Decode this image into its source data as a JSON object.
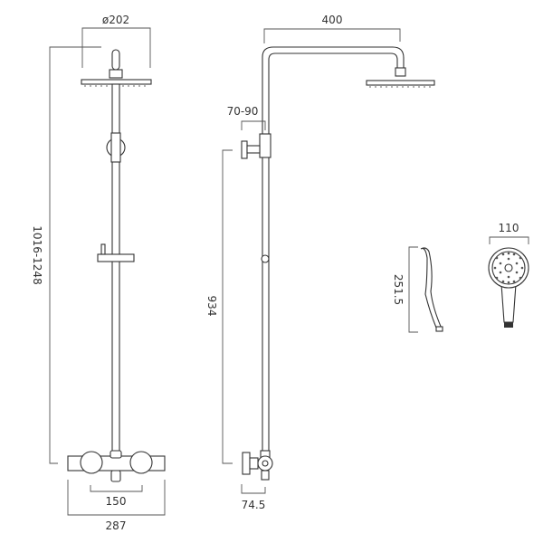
{
  "dimensions": {
    "head_diameter": "ø202",
    "height_range": "1016-1248",
    "valve_centres": "150",
    "valve_width": "287",
    "arm_projection": "400",
    "outlet_offset": "70-90",
    "outlet_height": "934",
    "valve_depth": "74.5",
    "handset_length": "251.5",
    "handset_head_width": "110"
  },
  "colors": {
    "line": "#333333",
    "background": "#ffffff"
  }
}
